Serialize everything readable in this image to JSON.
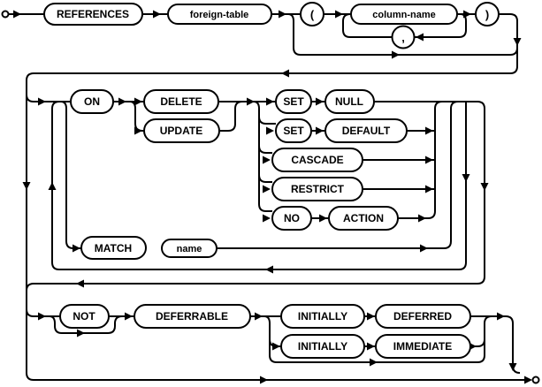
{
  "diagram": {
    "kind": "railroad-syntax-diagram",
    "rule": "foreign-key-clause",
    "colors": {
      "line": "#000000",
      "node_fill": "#ffffff",
      "background": "#ffffff"
    }
  },
  "nodes": {
    "references": {
      "label": "REFERENCES",
      "kind": "keyword"
    },
    "foreign_table": {
      "label": "foreign-table",
      "kind": "nonterminal"
    },
    "lparen": {
      "label": "(",
      "kind": "punctuation"
    },
    "column_name": {
      "label": "column-name",
      "kind": "nonterminal"
    },
    "comma": {
      "label": ",",
      "kind": "punctuation"
    },
    "rparen": {
      "label": ")",
      "kind": "punctuation"
    },
    "on": {
      "label": "ON",
      "kind": "keyword"
    },
    "delete": {
      "label": "DELETE",
      "kind": "keyword"
    },
    "update": {
      "label": "UPDATE",
      "kind": "keyword"
    },
    "set1": {
      "label": "SET",
      "kind": "keyword"
    },
    "null1": {
      "label": "NULL",
      "kind": "keyword"
    },
    "set2": {
      "label": "SET",
      "kind": "keyword"
    },
    "default1": {
      "label": "DEFAULT",
      "kind": "keyword"
    },
    "cascade": {
      "label": "CASCADE",
      "kind": "keyword"
    },
    "restrict": {
      "label": "RESTRICT",
      "kind": "keyword"
    },
    "no": {
      "label": "NO",
      "kind": "keyword"
    },
    "action": {
      "label": "ACTION",
      "kind": "keyword"
    },
    "match": {
      "label": "MATCH",
      "kind": "keyword"
    },
    "name": {
      "label": "name",
      "kind": "nonterminal"
    },
    "not": {
      "label": "NOT",
      "kind": "keyword"
    },
    "deferrable": {
      "label": "DEFERRABLE",
      "kind": "keyword"
    },
    "initially1": {
      "label": "INITIALLY",
      "kind": "keyword"
    },
    "deferred": {
      "label": "DEFERRED",
      "kind": "keyword"
    },
    "initially2": {
      "label": "INITIALLY",
      "kind": "keyword"
    },
    "immediate": {
      "label": "IMMEDIATE",
      "kind": "keyword"
    }
  }
}
